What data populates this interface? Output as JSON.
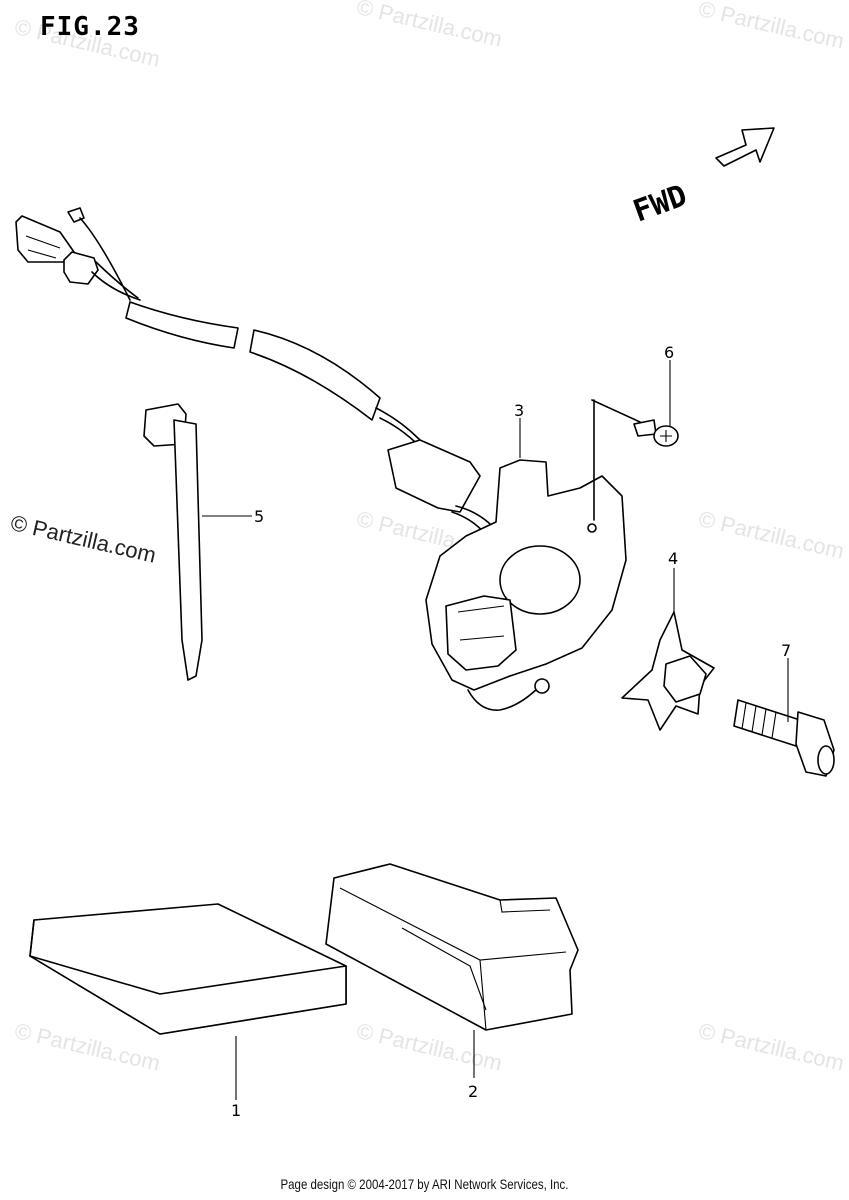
{
  "figure": {
    "title": "FIG.23"
  },
  "direction": {
    "label": "FWD"
  },
  "callouts": [
    {
      "number": "1"
    },
    {
      "number": "2"
    },
    {
      "number": "3"
    },
    {
      "number": "4"
    },
    {
      "number": "5"
    },
    {
      "number": "6"
    },
    {
      "number": "7"
    }
  ],
  "watermarks": {
    "light": "© Partzilla.com",
    "dark": "© Partzilla.com"
  },
  "footer": {
    "text": "Page design © 2004-2017 by ARI Network Services, Inc."
  }
}
